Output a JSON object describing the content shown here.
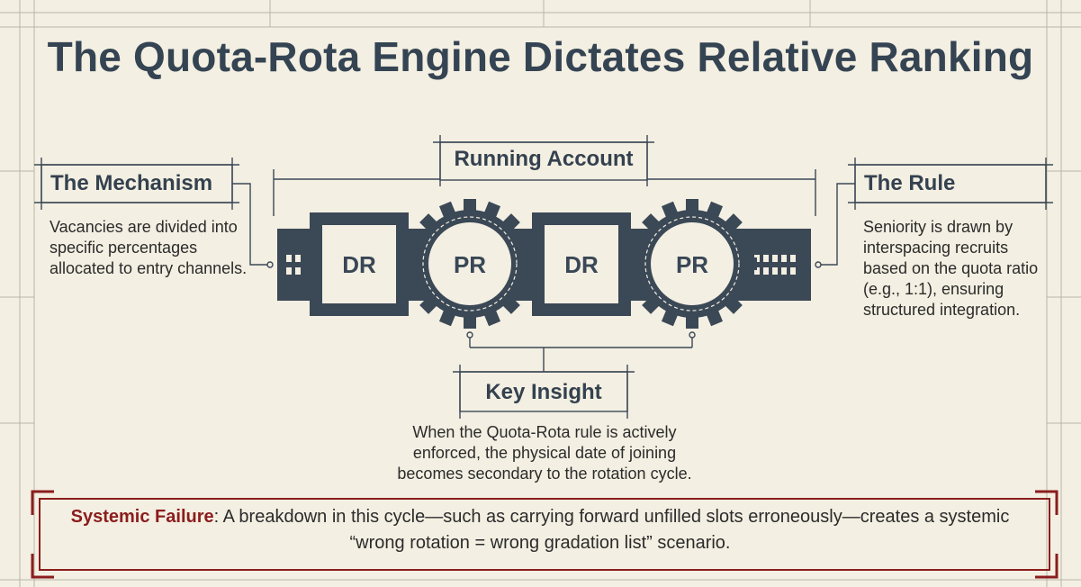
{
  "title": "The Quota-Rota Engine Dictates Relative Ranking",
  "running_account": "Running Account",
  "mechanism": {
    "heading": "The Mechanism",
    "text": "Vacancies are divided into specific percentages allocated to entry channels."
  },
  "rule": {
    "heading": "The Rule",
    "text": "Seniority is drawn by interspacing recruits based on the quota ratio (e.g., 1:1), ensuring structured integration."
  },
  "engine": {
    "slots": [
      "DR",
      "PR",
      "DR",
      "PR"
    ]
  },
  "insight": {
    "heading": "Key Insight",
    "text": "When the Quota-Rota rule is actively enforced, the physical date of joining becomes secondary to the rotation cycle."
  },
  "failure": {
    "lead": "Systemic Failure",
    "text": ": A breakdown in this cycle—such as carrying forward unfilled slots erroneously—creates a systemic “wrong rotation = wrong gradation list” scenario."
  },
  "colors": {
    "background": "#f3efe2",
    "engine": "#3b4856",
    "title": "#354453",
    "accent_red": "#8b1d1d"
  }
}
